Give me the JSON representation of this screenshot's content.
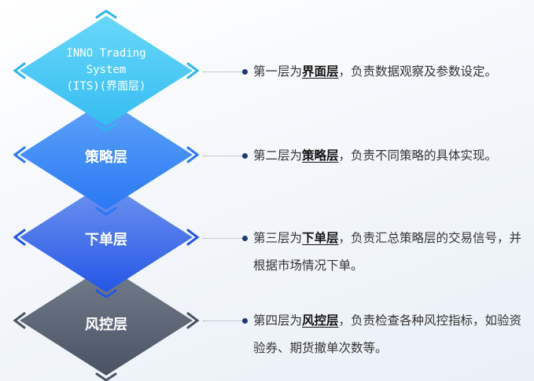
{
  "layers": [
    {
      "diamond_lines": [
        "INNO Trading",
        "System",
        "(ITS)(界面层)"
      ],
      "prefix": "第一层为",
      "bold": "界面层",
      "rest": "，负责数据观察及参数设定。",
      "color_top": "#68d8fa",
      "color_bottom": "#35bdf0",
      "chevron_color": "#2fb6ee"
    },
    {
      "diamond_lines": [
        "策略层"
      ],
      "prefix": "第二层为",
      "bold": "策略层",
      "rest": "，负责不同策略的具体实现。",
      "color_top": "#5ea5f8",
      "color_bottom": "#2a78f4",
      "chevron_color": "#2a78f4"
    },
    {
      "diamond_lines": [
        "下单层"
      ],
      "prefix": "第三层为",
      "bold": "下单层",
      "rest": "，负责汇总策略层的交易信号，并根据市场情况下单。",
      "color_top": "#7096ef",
      "color_bottom": "#2456e6",
      "chevron_color": "#2456e6"
    },
    {
      "diamond_lines": [
        "风控层"
      ],
      "prefix": "第四层为",
      "bold": "风控层",
      "rest": "，负责检查各种风控指标，如验资验券、期货撤单次数等。",
      "color_top": "#737e8c",
      "color_bottom": "#4a5364",
      "chevron_color": "#4a5364"
    }
  ]
}
